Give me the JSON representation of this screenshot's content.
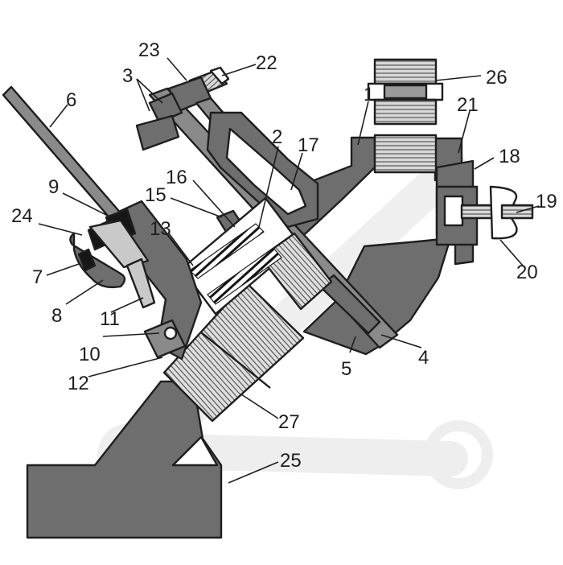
{
  "colors": {
    "body": "#6e6e6e",
    "thread": "#c9c9c9",
    "outline": "#1e1e1e",
    "seal": "#161616"
  },
  "callouts": [
    {
      "id": "1",
      "text": "1"
    },
    {
      "id": "2",
      "text": "2"
    },
    {
      "id": "3",
      "text": "3"
    },
    {
      "id": "4",
      "text": "4"
    },
    {
      "id": "5",
      "text": "5"
    },
    {
      "id": "6",
      "text": "6"
    },
    {
      "id": "7",
      "text": "7"
    },
    {
      "id": "8",
      "text": "8"
    },
    {
      "id": "9",
      "text": "9"
    },
    {
      "id": "10",
      "text": "10"
    },
    {
      "id": "11",
      "text": "11"
    },
    {
      "id": "12",
      "text": "12"
    },
    {
      "id": "13",
      "text": "13"
    },
    {
      "id": "15",
      "text": "15"
    },
    {
      "id": "16",
      "text": "16"
    },
    {
      "id": "17",
      "text": "17"
    },
    {
      "id": "18",
      "text": "18"
    },
    {
      "id": "19",
      "text": "19"
    },
    {
      "id": "20",
      "text": "20"
    },
    {
      "id": "21",
      "text": "21"
    },
    {
      "id": "22",
      "text": "22"
    },
    {
      "id": "23",
      "text": "23"
    },
    {
      "id": "24",
      "text": "24"
    },
    {
      "id": "25",
      "text": "25"
    },
    {
      "id": "26",
      "text": "26"
    },
    {
      "id": "27",
      "text": "27"
    }
  ]
}
